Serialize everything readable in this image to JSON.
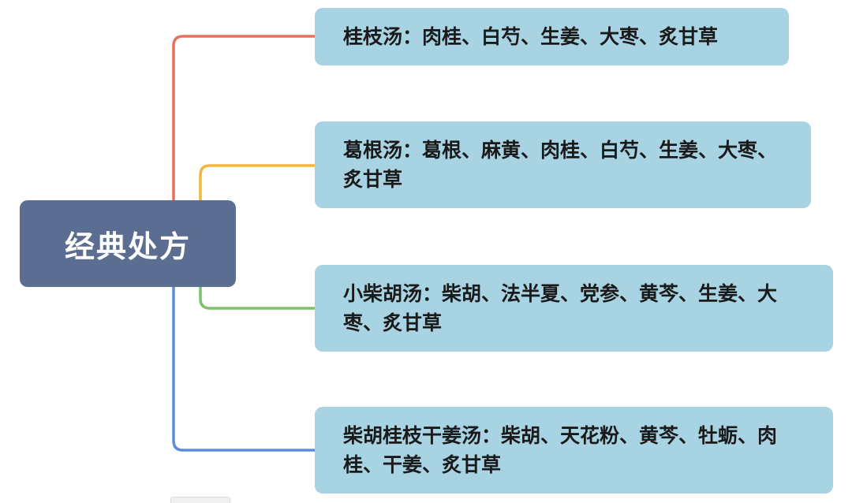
{
  "root": {
    "label": "经典处方"
  },
  "branches": [
    {
      "text": "桂枝汤：肉桂、白芍、生姜、大枣、炙甘草",
      "color": "#e8705f"
    },
    {
      "text": "葛根汤：葛根、麻黄、肉桂、白芍、生姜、大枣、炙甘草",
      "color": "#f2b63c"
    },
    {
      "text": "小柴胡汤：柴胡、法半夏、党参、黄芩、生姜、大枣、炙甘草",
      "color": "#7bc36a"
    },
    {
      "text": "柴胡桂枝干姜汤：柴胡、天花粉、黄芩、牡蛎、肉桂、干姜、炙甘草",
      "color": "#5a8fd8"
    }
  ],
  "colors": {
    "root_fill": "#5b6e92",
    "branch_fill": "#a8d3e3"
  }
}
